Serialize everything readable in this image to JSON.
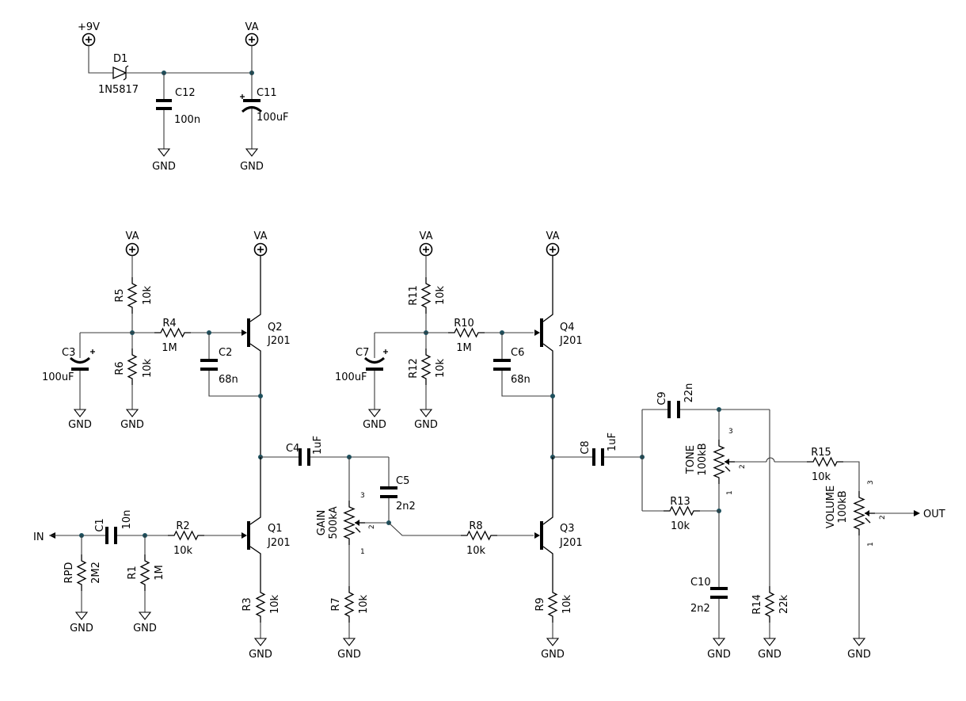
{
  "power": {
    "vin": "+9V",
    "rail": "VA",
    "ground": "GND",
    "diode": {
      "ref": "D1",
      "value": "1N5817"
    },
    "c12": {
      "ref": "C12",
      "value": "100n"
    },
    "c11": {
      "ref": "C11",
      "value": "100uF"
    }
  },
  "stage1": {
    "r5": {
      "ref": "R5",
      "value": "10k"
    },
    "r6": {
      "ref": "R6",
      "value": "10k"
    },
    "r4": {
      "ref": "R4",
      "value": "1M"
    },
    "c3": {
      "ref": "C3",
      "value": "100uF"
    },
    "c2": {
      "ref": "C2",
      "value": "68n"
    },
    "q2": {
      "ref": "Q2",
      "value": "J201"
    },
    "q1": {
      "ref": "Q1",
      "value": "J201"
    },
    "r3": {
      "ref": "R3",
      "value": "10k"
    },
    "c4": {
      "ref": "C4",
      "value": "1uF"
    }
  },
  "input": {
    "label": "IN",
    "c1": {
      "ref": "C1",
      "value": "10n"
    },
    "r2": {
      "ref": "R2",
      "value": "10k"
    },
    "rpd": {
      "ref": "RPD",
      "value": "2M2"
    },
    "r1": {
      "ref": "R1",
      "value": "1M"
    }
  },
  "gain": {
    "pot": {
      "ref": "GAIN",
      "value": "500kA"
    },
    "c5": {
      "ref": "C5",
      "value": "2n2"
    },
    "r7": {
      "ref": "R7",
      "value": "10k"
    },
    "r8": {
      "ref": "R8",
      "value": "10k"
    }
  },
  "stage2": {
    "r11": {
      "ref": "R11",
      "value": "10k"
    },
    "r12": {
      "ref": "R12",
      "value": "10k"
    },
    "r10": {
      "ref": "R10",
      "value": "1M"
    },
    "c7": {
      "ref": "C7",
      "value": "100uF"
    },
    "c6": {
      "ref": "C6",
      "value": "68n"
    },
    "q4": {
      "ref": "Q4",
      "value": "J201"
    },
    "q3": {
      "ref": "Q3",
      "value": "J201"
    },
    "r9": {
      "ref": "R9",
      "value": "10k"
    },
    "c8": {
      "ref": "C8",
      "value": "1uF"
    }
  },
  "tone": {
    "c9": {
      "ref": "C9",
      "value": "22n"
    },
    "pot": {
      "ref": "TONE",
      "value": "100kB"
    },
    "r13": {
      "ref": "R13",
      "value": "10k"
    },
    "c10": {
      "ref": "C10",
      "value": "2n2"
    },
    "r14": {
      "ref": "R14",
      "value": "22k"
    },
    "r15": {
      "ref": "R15",
      "value": "10k"
    }
  },
  "volume": {
    "pot": {
      "ref": "VOLUME",
      "value": "100kB"
    },
    "out": "OUT"
  },
  "pins": {
    "p1": "1",
    "p2": "2",
    "p3": "3"
  }
}
